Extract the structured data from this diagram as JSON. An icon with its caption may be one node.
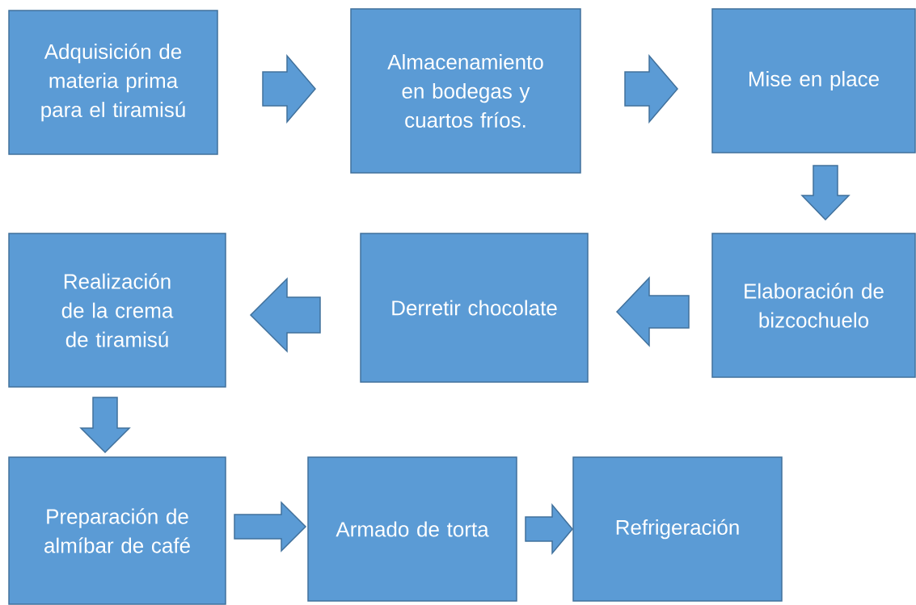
{
  "diagram": {
    "nodes": [
      {
        "text": [
          "Adquisición de materia prima para el tiramisú"
        ]
      },
      {
        "text": [
          "Almacenamiento en bodegas y cuartos fríos."
        ]
      },
      {
        "text": [
          "Mise en place"
        ]
      },
      {
        "text": [
          "Elaboración de bizcochuelo"
        ]
      },
      {
        "text": [
          "Derretir chocolate"
        ]
      },
      {
        "text": [
          "Realización de la crema de tiramisú"
        ]
      },
      {
        "text": [
          "Preparación de almíbar de café"
        ]
      },
      {
        "text": [
          "Armado de torta"
        ]
      },
      {
        "text": [
          "Refrigeración"
        ]
      }
    ],
    "edges": [
      {
        "from": 0,
        "to": 1,
        "arrow": "to"
      },
      {
        "from": 1,
        "to": 2,
        "arrow": "to"
      },
      {
        "from": 2,
        "to": 3,
        "arrow": "to"
      },
      {
        "from": 3,
        "to": 4,
        "arrow": "to"
      },
      {
        "from": 4,
        "to": 5,
        "arrow": "to"
      },
      {
        "from": 5,
        "to": 6,
        "arrow": "to"
      },
      {
        "from": 6,
        "to": 7,
        "arrow": "to"
      },
      {
        "from": 7,
        "to": 8,
        "arrow": "to"
      }
    ]
  }
}
